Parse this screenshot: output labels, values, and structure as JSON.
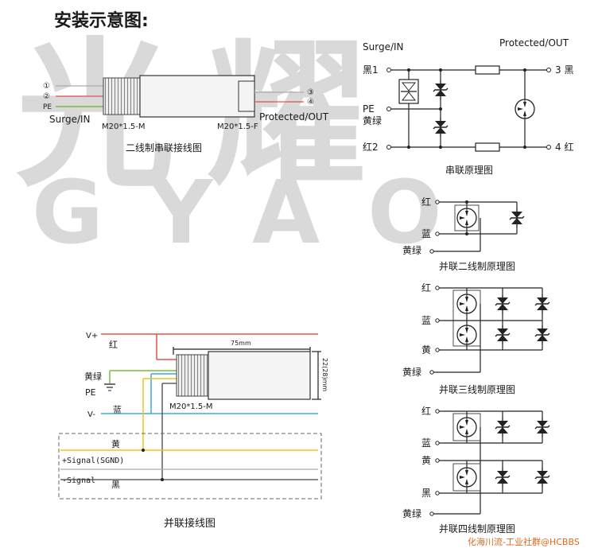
{
  "heading": "安装示意图:",
  "watermark": {
    "brand_cn": "光耀",
    "brand_en": "GYAO"
  },
  "series_wiring": {
    "left_pins": [
      "①",
      "②",
      "PE"
    ],
    "surge_in": "Surge/IN",
    "thread_in": "M20*1.5-M",
    "thread_out": "M20*1.5-F",
    "right_pins": [
      "③",
      "④"
    ],
    "protected_out": "Protected/OUT",
    "caption": "二线制串联接线图"
  },
  "series_schematic": {
    "surge_in": "Surge/IN",
    "protected_out": "Protected/OUT",
    "in_labels": [
      "黑1",
      "PE",
      "黄绿",
      "红2"
    ],
    "out_labels": [
      "3 黑",
      "4 红"
    ],
    "caption": "串联原理图"
  },
  "parallel_2wire": {
    "labels": [
      "红",
      "蓝",
      "黄绿"
    ],
    "caption": "并联二线制原理图"
  },
  "parallel_3wire": {
    "labels": [
      "红",
      "蓝",
      "黄",
      "黄绿"
    ],
    "caption": "并联三线制原理图"
  },
  "parallel_4wire": {
    "labels": [
      "红",
      "蓝",
      "黄",
      "黑",
      "黄绿"
    ],
    "caption": "并联四线制原理图"
  },
  "parallel_wiring": {
    "v_plus": "V+",
    "red": "红",
    "yellow_green": "黄绿",
    "pe": "PE",
    "v_minus": "V-",
    "blue": "蓝",
    "dimension_length": "75mm",
    "dimension_diameter": "22(28)mm",
    "thread": "M20*1.5-M",
    "yellow": "黄",
    "signal_plus": "+Signal(SGND)",
    "signal_minus": "-Signal",
    "black": "黑",
    "caption": "并联接线图"
  },
  "footer_credit": "化海川流-工业社群@HCBBS",
  "colors": {
    "red": "#e0524f",
    "green": "#7dbb3a",
    "yellow": "#f2c21b",
    "blue": "#3ea8dc",
    "line": "#222222",
    "watermark": "#d9d9d9",
    "credit": "#e06a1a"
  }
}
